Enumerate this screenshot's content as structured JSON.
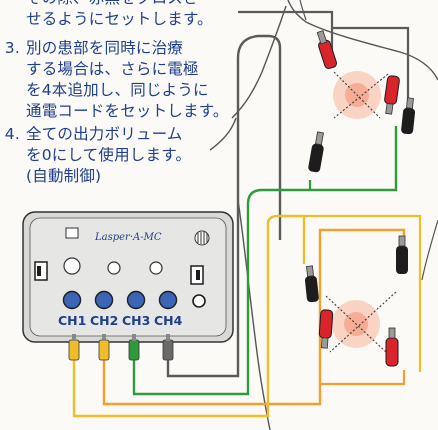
{
  "instructions": {
    "partial_top": "その際、赤黒をクロスさ",
    "partial_line2": "せるようにセットします。",
    "step3": {
      "number": "3.",
      "lines": [
        "別の患部を同時に治療",
        "する場合は、さらに電極",
        "を4本追加し、同じように",
        "通電コードをセットします。"
      ]
    },
    "step4": {
      "number": "4.",
      "lines": [
        "全ての出力ボリューム",
        "を0にして使用します。",
        "(自動制御)"
      ]
    }
  },
  "device": {
    "brand": "Lasper·A-MC",
    "channels": [
      "CH1",
      "CH2",
      "CH3",
      "CH4"
    ]
  },
  "colors": {
    "text_blue": "#1f3f8c",
    "cord_yellow": "#f0bd2a",
    "cord_orange": "#f29f2c",
    "cord_green": "#2f9a3c",
    "cord_gray": "#5a5a5a",
    "clip_red": "#d8242a",
    "clip_black": "#1d1d1d",
    "knob_blue": "#3a65b8"
  }
}
